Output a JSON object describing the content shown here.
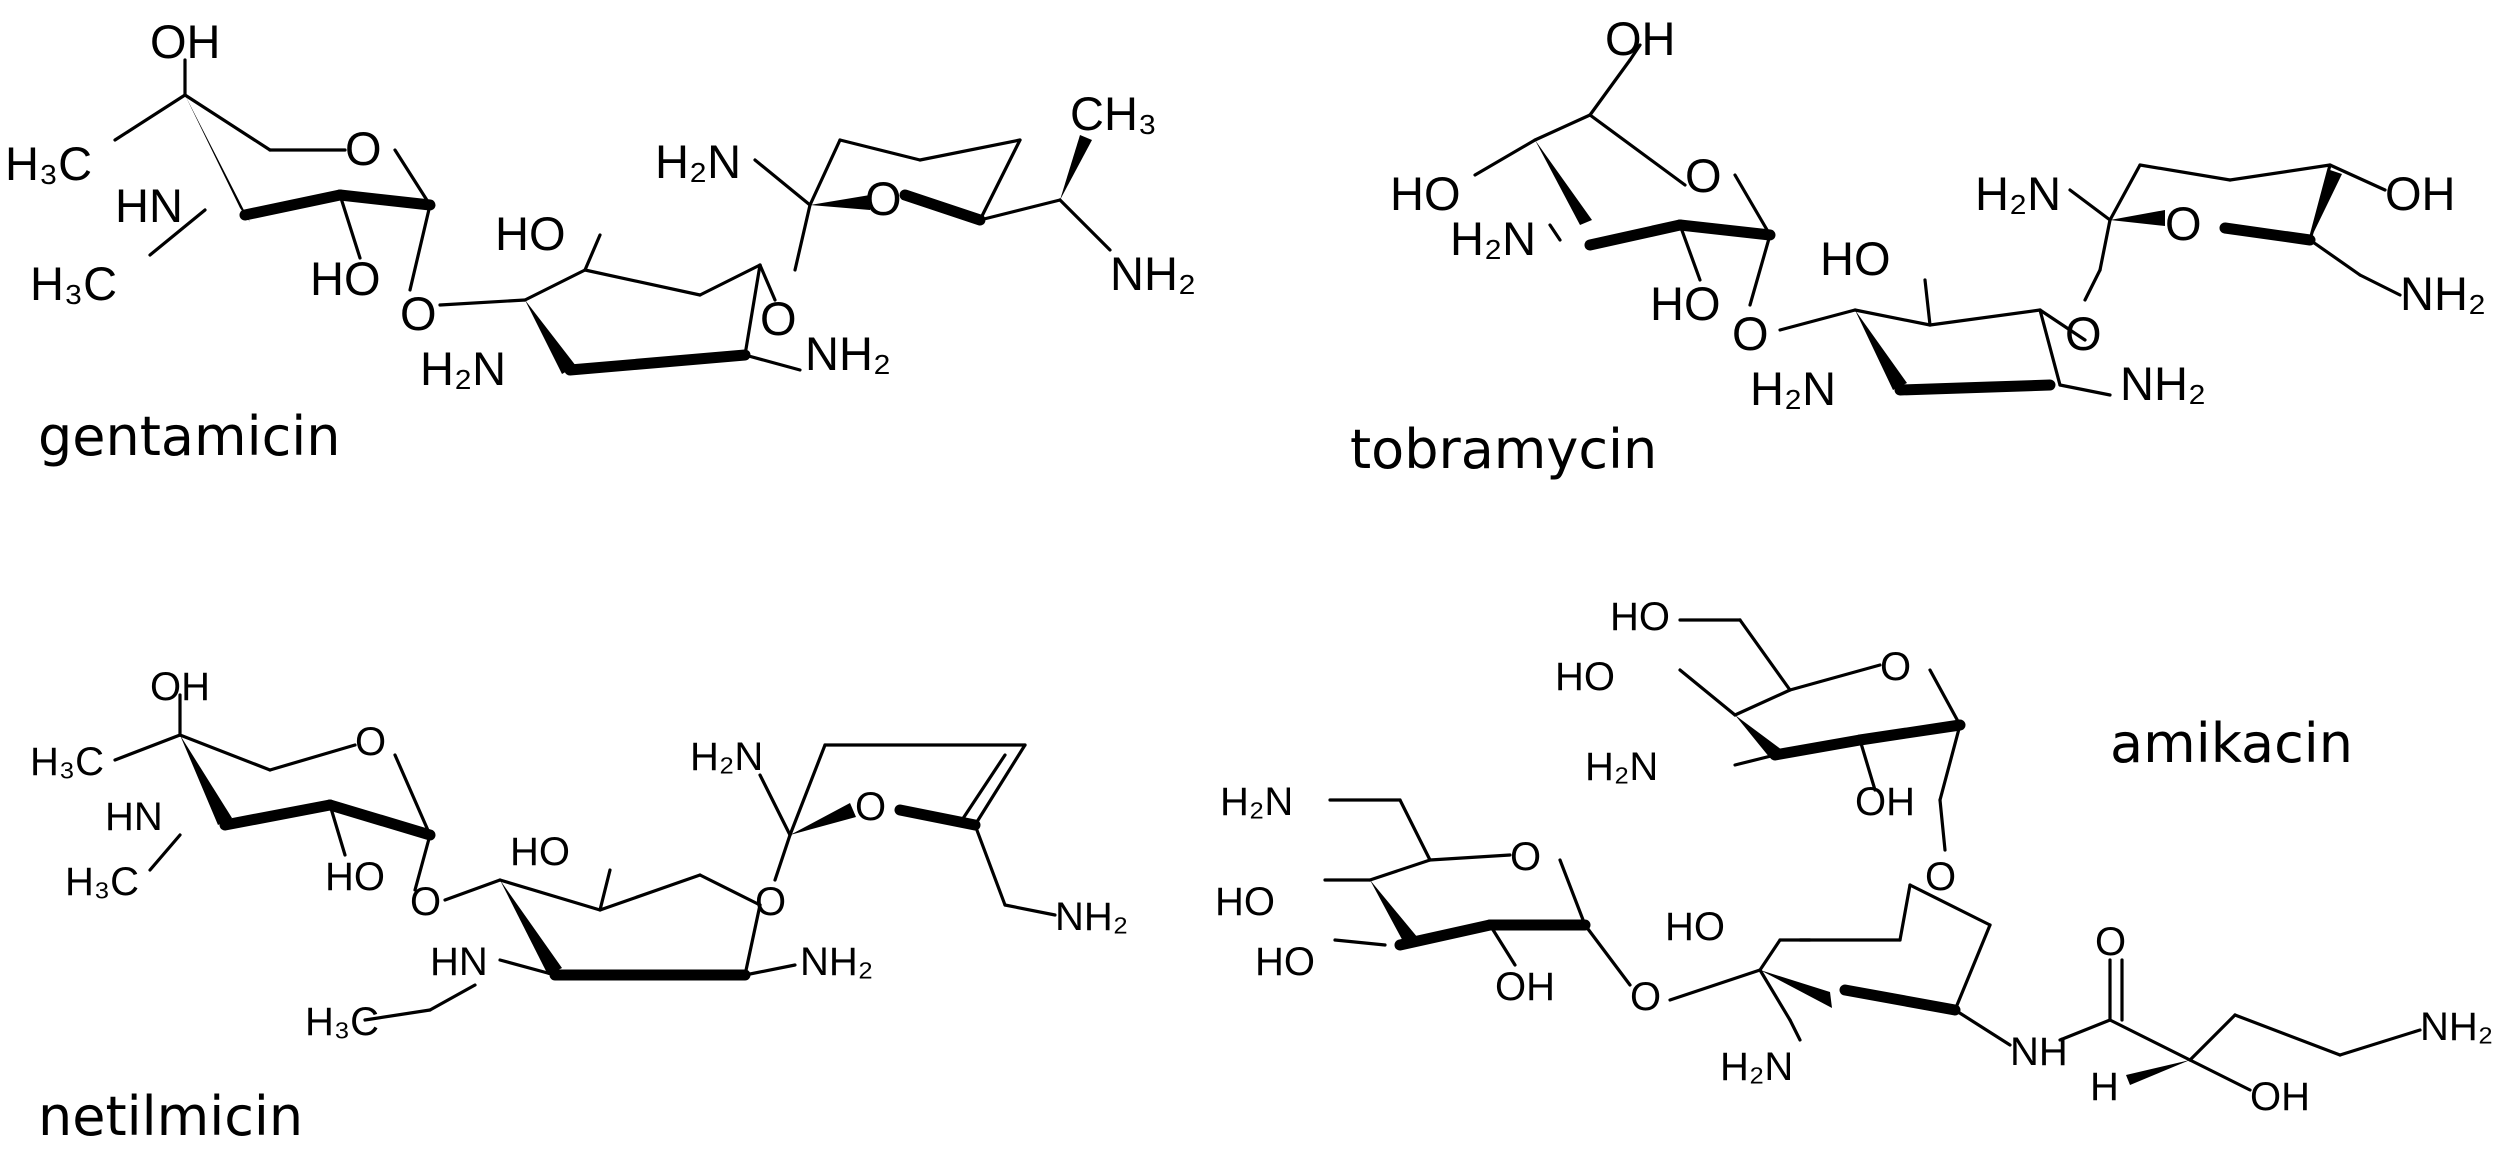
{
  "molecules": [
    {
      "name": "gentamicin"
    },
    {
      "name": "tobramycin"
    },
    {
      "name": "netilmicin"
    },
    {
      "name": "amikacin"
    }
  ],
  "labels": {
    "OH": "OH",
    "HO": "HO",
    "O": "O",
    "H": "H",
    "NH": "NH",
    "H2N": "H₂N",
    "NH2": "NH₂",
    "H3C": "H₃C",
    "CH3": "CH₃",
    "HN": "HN"
  }
}
